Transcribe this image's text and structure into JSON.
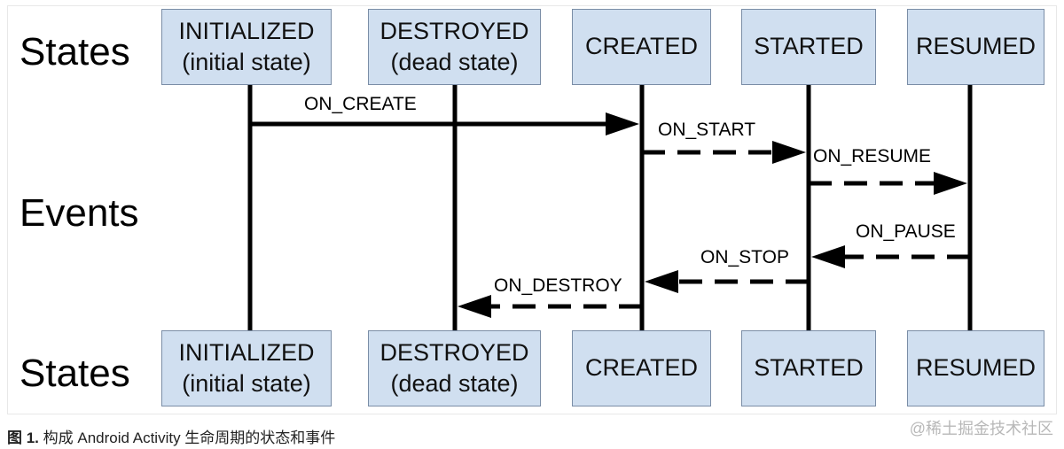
{
  "row_labels": {
    "states_top": "States",
    "events": "Events",
    "states_bottom": "States"
  },
  "states": [
    {
      "key": "initialized",
      "line1": "INITIALIZED",
      "line2": "(initial state)"
    },
    {
      "key": "destroyed",
      "line1": "DESTROYED",
      "line2": "(dead state)"
    },
    {
      "key": "created",
      "line1": "CREATED",
      "line2": ""
    },
    {
      "key": "started",
      "line1": "STARTED",
      "line2": ""
    },
    {
      "key": "resumed",
      "line1": "RESUMED",
      "line2": ""
    }
  ],
  "events": [
    {
      "label": "ON_CREATE",
      "from": "initialized",
      "to": "created",
      "style": "solid"
    },
    {
      "label": "ON_START",
      "from": "created",
      "to": "started",
      "style": "dashed"
    },
    {
      "label": "ON_RESUME",
      "from": "started",
      "to": "resumed",
      "style": "dashed"
    },
    {
      "label": "ON_PAUSE",
      "from": "resumed",
      "to": "started",
      "style": "dashed"
    },
    {
      "label": "ON_STOP",
      "from": "started",
      "to": "created",
      "style": "dashed"
    },
    {
      "label": "ON_DESTROY",
      "from": "created",
      "to": "destroyed",
      "style": "dashed"
    }
  ],
  "caption": {
    "figure_label": "图 1.",
    "text": "构成 Android Activity 生命周期的状态和事件"
  },
  "watermark": "@稀土掘金技术社区"
}
